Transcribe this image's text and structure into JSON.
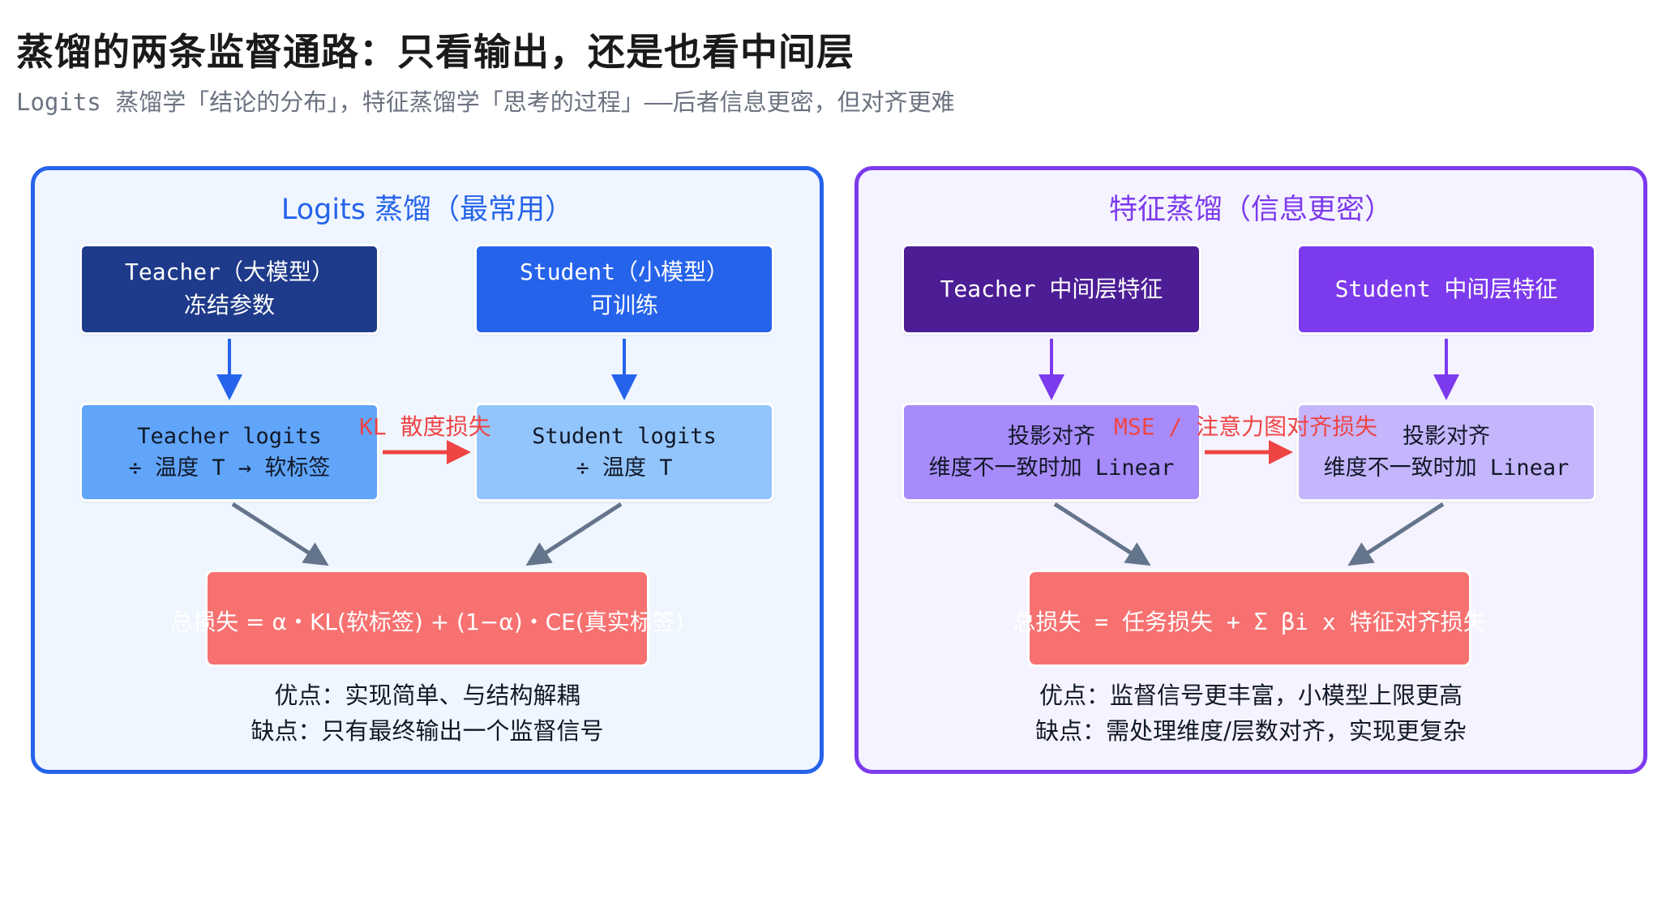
{
  "header": {
    "title": "蒸馏的两条监督通路：只看输出，还是也看中间层",
    "subtitle": "Logits 蒸馏学「结论的分布」，特征蒸馏学「思考的过程」——后者信息更密，但对齐更难"
  },
  "left_panel": {
    "title": "Logits 蒸馏（最常用）",
    "teacher_model": {
      "line1": "Teacher（大模型）",
      "line2": "冻结参数"
    },
    "student_model": {
      "line1": "Student（小模型）",
      "line2": "可训练"
    },
    "teacher_logits": {
      "line1": "Teacher logits",
      "line2": "÷ 温度 T → 软标签"
    },
    "student_logits": {
      "line1": "Student logits",
      "line2": "÷ 温度 T"
    },
    "edge_label": "KL 散度损失",
    "loss": "总损失 = α・KL(软标签) + (1−α)・CE(真实标签)",
    "pros": "优点：实现简单、与结构解耦",
    "cons": "缺点：只有最终输出一个监督信号"
  },
  "right_panel": {
    "title": "特征蒸馏（信息更密）",
    "teacher_feature": {
      "line1": "Teacher 中间层特征"
    },
    "student_feature": {
      "line1": "Student 中间层特征"
    },
    "teacher_projection": {
      "line1": "投影对齐",
      "line2": "维度不一致时加 Linear"
    },
    "student_projection": {
      "line1": "投影对齐",
      "line2": "维度不一致时加 Linear"
    },
    "edge_label": "MSE / 注意力图对齐损失",
    "loss": "总损失 = 任务损失 + Σ βi x 特征对齐损失",
    "pros": "优点：监督信号更丰富，小模型上限更高",
    "cons": "缺点：需处理维度/层数对齐，实现更复杂"
  },
  "colors": {
    "left_border": "#2563eb",
    "left_bg": "#eff6ff",
    "right_border": "#7c3aed",
    "right_bg": "#f5f3ff",
    "teacher_dark_blue": "#1e3a8a",
    "student_blue": "#2563eb",
    "teacher_logits_blue": "#60a5fa",
    "student_logits_blue": "#93c5fd",
    "teacher_dark_purple": "#4c1d95",
    "student_purple": "#7c3aed",
    "teacher_proj_purple": "#a78bfa",
    "student_proj_purple": "#c4b5fd",
    "loss_red": "#f87171",
    "kl_arrow_red": "#ef4444",
    "merge_arrow_slate": "#64748b"
  }
}
